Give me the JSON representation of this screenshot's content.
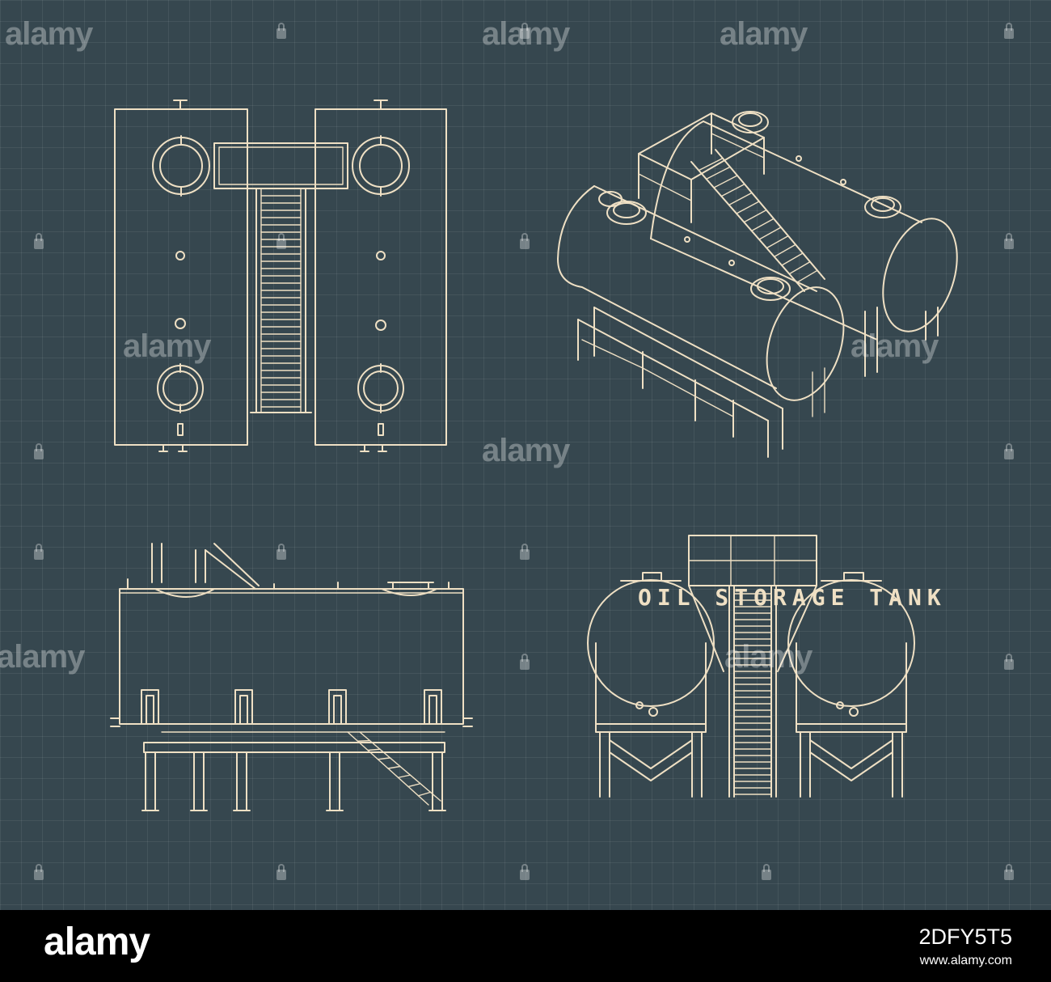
{
  "title": "OIL STORAGE TANK",
  "watermark": {
    "text": "alamy",
    "icon": "padlock-icon"
  },
  "footer": {
    "logo": "alamy",
    "image_id": "2DFY5T5",
    "url": "www.alamy.com"
  },
  "colors": {
    "background": "#36474f",
    "line": "#efe0c4",
    "footer": "#000000"
  },
  "views": [
    "top view",
    "isometric view",
    "side view",
    "front view"
  ]
}
